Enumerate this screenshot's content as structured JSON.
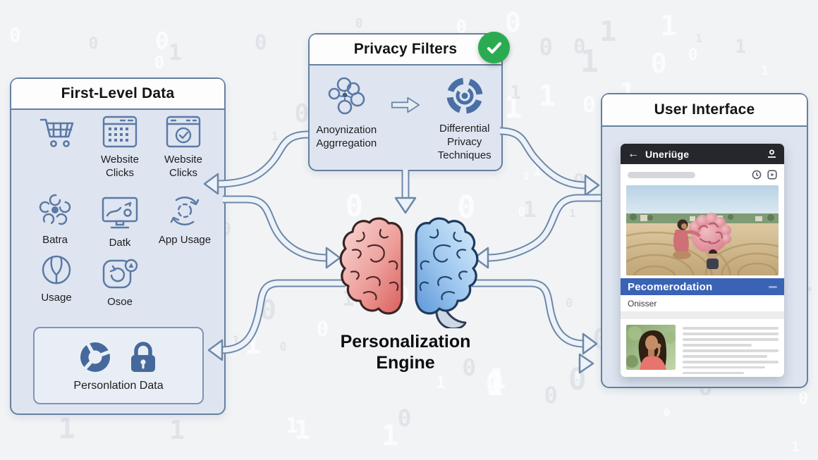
{
  "colors": {
    "panel_border": "#64809f",
    "panel_fill": "#dee5f0",
    "icon_slate": "#5b79a6",
    "icon_blue_fill": "#46699b",
    "badge_green": "#2bab51",
    "recommendation_blue": "#3a63b6",
    "app_bar_dark": "#25272c",
    "brain_left": "#d95f5c",
    "brain_right": "#5e97d8"
  },
  "background_pattern": "faint binary digits 0 and 1",
  "left_panel": {
    "title": "First-Level Data",
    "items": [
      {
        "icon": "shopping-cart-icon",
        "label": ""
      },
      {
        "icon": "browser-grid-icon",
        "label": "Website\nClicks"
      },
      {
        "icon": "browser-check-icon",
        "label": "Website\nClicks"
      },
      {
        "icon": "flower-icon",
        "label": "Batra"
      },
      {
        "icon": "monitor-chart-icon",
        "label": "Datk"
      },
      {
        "icon": "recycle-icon",
        "label": "App Usage"
      },
      {
        "icon": "globe-icon",
        "label": "Usage"
      },
      {
        "icon": "app-clock-icon",
        "label": "Osoe"
      }
    ],
    "secure_box": {
      "label": "Personlation Data",
      "icons": [
        "donut-chart-icon",
        "lock-icon"
      ]
    }
  },
  "privacy_panel": {
    "title": "Privacy Filters",
    "badge": "green-check",
    "anonymization_label": "Anoynization\nAggrregation",
    "differential_label": "Differential\nPrivacy\nTechniques"
  },
  "engine": {
    "label": "Personalization\nEngine"
  },
  "ui_panel": {
    "title": "User Interface",
    "app": {
      "back_glyph": "←",
      "nav_title": "Uneriüge",
      "recommendation_label": "Pecomerodation",
      "list_title": "Onisser"
    }
  }
}
